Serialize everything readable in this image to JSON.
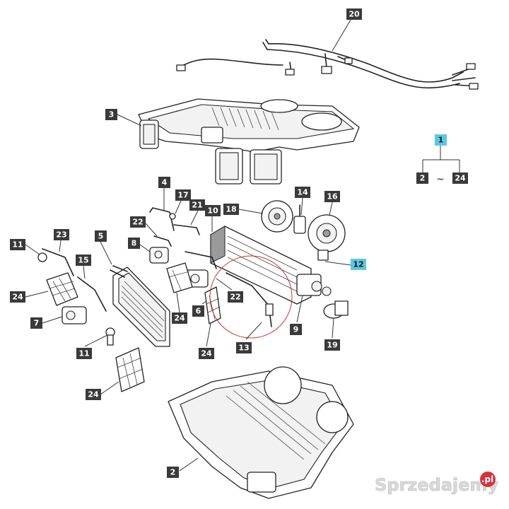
{
  "callouts": {
    "c1": "1",
    "c2_tree": "2",
    "c24_tree": "24",
    "tilde": "~",
    "c20": "20",
    "c3": "3",
    "c4": "4",
    "c17": "17",
    "c21": "21",
    "c10": "10",
    "c18": "18",
    "c14": "14",
    "c16": "16",
    "c22a": "22",
    "c8": "8",
    "c11a": "11",
    "c23": "23",
    "c5": "5",
    "c15": "15",
    "c24a": "24",
    "c7": "7",
    "c24b": "24",
    "c6": "6",
    "c22b": "22",
    "c12": "12",
    "c9": "9",
    "c13": "13",
    "c19": "19",
    "c11b": "11",
    "c24c": "24",
    "c24d": "24",
    "c2": "2"
  },
  "watermark": {
    "brand": "Sprzedajemy",
    "tld": ".pl"
  },
  "colors": {
    "callout_bg": "#3a3a3a",
    "callout_highlight": "#5bc8e0",
    "highlight_circle": "#c0392b"
  }
}
